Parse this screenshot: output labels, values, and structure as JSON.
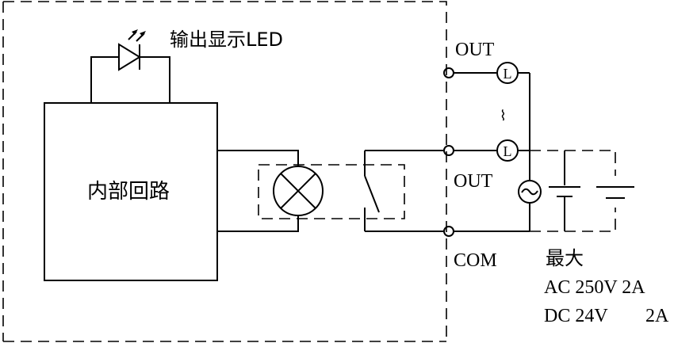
{
  "labels": {
    "led_label": "输出显示LED",
    "internal_circuit": "内部回路",
    "out_top": "OUT",
    "out_mid": "OUT",
    "com": "COM",
    "load_symbol": "L",
    "ellipsis": "⌇",
    "max_title": "最大",
    "max_ac": "AC 250V 2A",
    "max_dc_volt": "DC 24V",
    "max_dc_amp": "2A"
  }
}
